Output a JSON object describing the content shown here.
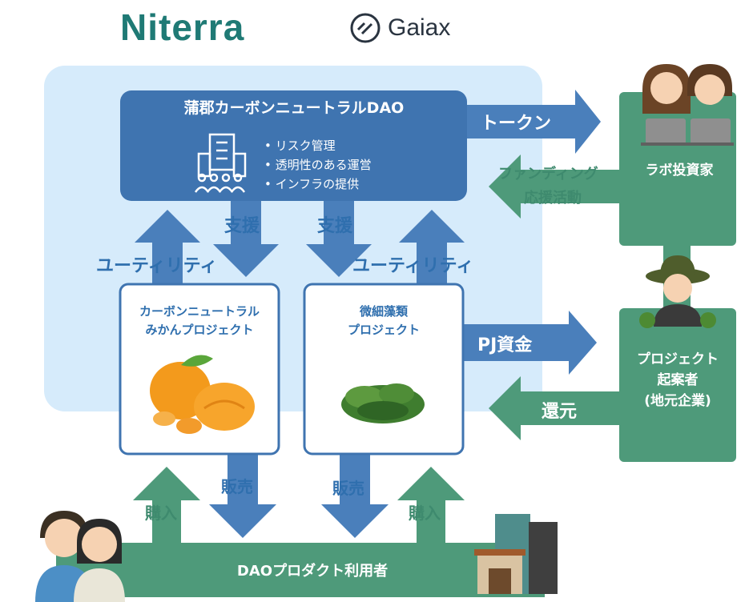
{
  "logos": {
    "niterra": "Niterra",
    "gaiax": "Gaiax"
  },
  "dao": {
    "title": "蒲郡カーボンニュートラルDAO",
    "bullets": [
      "リスク管理",
      "透明性のある運営",
      "インフラの提供"
    ]
  },
  "labels": {
    "token": "トークン",
    "funding": "ファンディング",
    "support_activity": "応援活動",
    "support_left": "支援",
    "support_right": "支援",
    "utility_left": "ユーティリティ",
    "utility_right": "ユーティリティ",
    "pj_funds": "PJ資金",
    "return": "還元",
    "sales_left": "販売",
    "sales_right": "販売",
    "purchase_left": "購入",
    "purchase_right": "購入"
  },
  "projects": [
    {
      "title_line1": "カーボンニュートラル",
      "title_line2": "みかんプロジェクト"
    },
    {
      "title_line1": "微細藻類",
      "title_line2": "プロジェクト"
    }
  ],
  "actors": {
    "lab_investors": "ラボ投資家",
    "proposer_line1": "プロジェクト",
    "proposer_line2": "起案者",
    "proposer_line3": "(地元企業)",
    "users": "DAOプロダクト利用者"
  },
  "colors": {
    "dao_blue": "#3f74b0",
    "arrow_blue": "#4a7fbb",
    "green": "#4e9a7a",
    "light_bg": "#d6ebfb",
    "text_blue": "#2f6fae"
  }
}
